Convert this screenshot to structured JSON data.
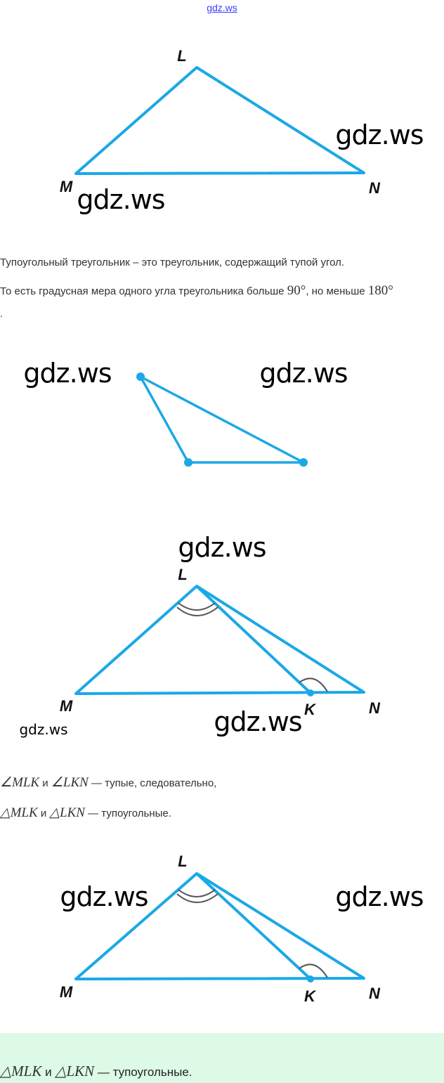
{
  "watermark": "gdz.ws",
  "top_link": "gdz.ws",
  "figure1": {
    "labels": {
      "L": "L",
      "M": "M",
      "N": "N"
    }
  },
  "definition": {
    "line1": "Тупоугольный треугольник – это треугольник, содержащий тупой угол.",
    "line2_a": "То есть градусная мера одного угла треугольника больше",
    "deg90": "90°",
    "line2_b": ", но меньше",
    "deg180": "180°",
    "line3": "."
  },
  "figure3": {
    "labels": {
      "L": "L",
      "M": "M",
      "K": "K",
      "N": "N"
    }
  },
  "conclusion": {
    "a1": "∠MLK",
    "and": "и",
    "a2": "∠LKN",
    "rest1": "— тупые, следовательно,",
    "t1": "△MLK",
    "t2": "△LKN",
    "rest2": "— тупоугольные."
  },
  "figure4": {
    "labels": {
      "L": "L",
      "M": "M",
      "K": "K",
      "N": "N"
    }
  },
  "answer": {
    "t1": "△MLK",
    "and": "и",
    "t2": "△LKN",
    "rest": "— тупоугольные."
  },
  "colors": {
    "line": "#1ba8e6",
    "answer_bg": "#dcfae6"
  }
}
